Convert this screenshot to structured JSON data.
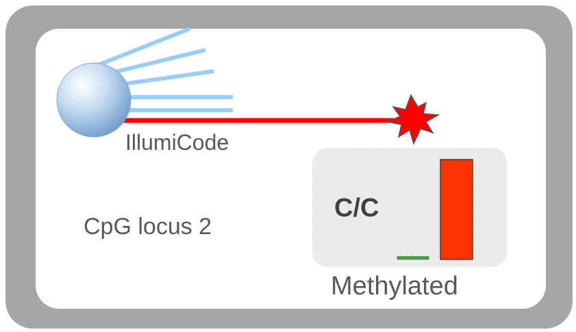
{
  "diagram": {
    "bead_label": "IllumiCode",
    "locus_label": "CpG locus 2",
    "genotype_label": "C/C",
    "status_label": "Methylated"
  },
  "chart_data": {
    "type": "bar",
    "categories": [
      "",
      ""
    ],
    "values": [
      0.03,
      1.0
    ],
    "bar_colors": [
      "#33aa33",
      "#ff3300"
    ]
  },
  "colors": {
    "frame": "#a6a6a6",
    "probe_line": "#ff0000",
    "fluor": "#ff0000",
    "light_rays": "#99ccff",
    "bead": "#a9c8e6",
    "chart_background": "#e6e6e6"
  }
}
